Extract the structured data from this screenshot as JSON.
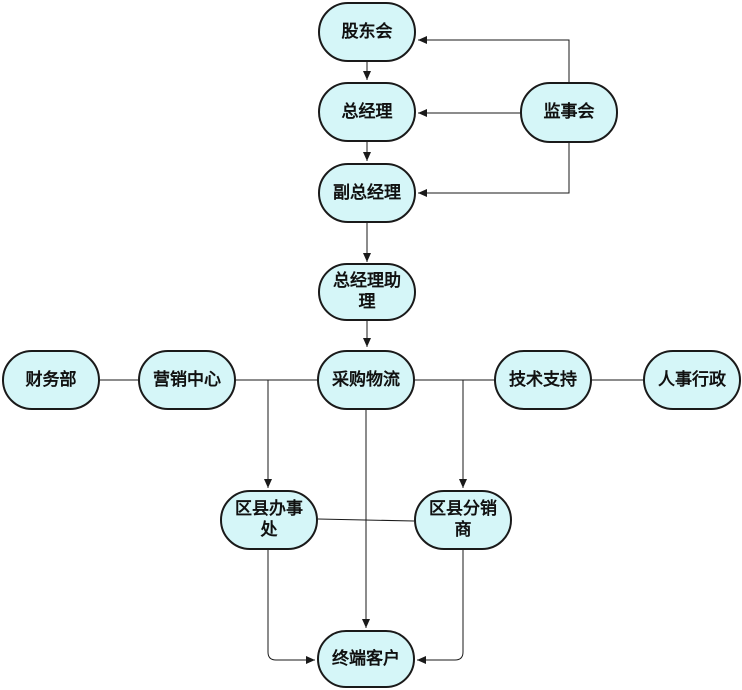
{
  "colors": {
    "node_fill": "#d5f6f8",
    "node_border": "#1a1a1a",
    "line": "#1a1a1a",
    "text": "#111111"
  },
  "nodes": {
    "shareholders": "股东会",
    "general_manager": "总经理",
    "supervisory_board": "监事会",
    "deputy_gm": "副总经理",
    "gm_assistant": "总经理助理",
    "finance": "财务部",
    "marketing_center": "营销中心",
    "procurement_logistics": "采购物流",
    "tech_support": "技术支持",
    "hr_admin": "人事行政",
    "county_office": "区县办事处",
    "county_distributor": "区县分销商",
    "end_customer": "终端客户"
  },
  "edges": [
    {
      "from": "shareholders",
      "to": "general_manager",
      "arrow": true
    },
    {
      "from": "general_manager",
      "to": "deputy_gm",
      "arrow": true
    },
    {
      "from": "deputy_gm",
      "to": "gm_assistant",
      "arrow": true
    },
    {
      "from": "gm_assistant",
      "to": "procurement_logistics",
      "arrow": true
    },
    {
      "from": "supervisory_board",
      "to": "shareholders",
      "arrow": true
    },
    {
      "from": "supervisory_board",
      "to": "general_manager",
      "arrow": true
    },
    {
      "from": "supervisory_board",
      "to": "deputy_gm",
      "arrow": true
    },
    {
      "from": "finance",
      "to": "marketing_center",
      "arrow": false
    },
    {
      "from": "marketing_center",
      "to": "procurement_logistics",
      "arrow": false
    },
    {
      "from": "procurement_logistics",
      "to": "tech_support",
      "arrow": false
    },
    {
      "from": "tech_support",
      "to": "hr_admin",
      "arrow": false
    },
    {
      "from": "marketing_center",
      "to": "county_office",
      "arrow": true
    },
    {
      "from": "procurement_logistics",
      "to": "county_distributor",
      "arrow": true
    },
    {
      "from": "procurement_logistics",
      "to": "end_customer",
      "arrow": true
    },
    {
      "from": "county_office",
      "to": "county_distributor",
      "arrow": false
    },
    {
      "from": "county_office",
      "to": "end_customer",
      "arrow": true
    },
    {
      "from": "county_distributor",
      "to": "end_customer",
      "arrow": true
    }
  ]
}
